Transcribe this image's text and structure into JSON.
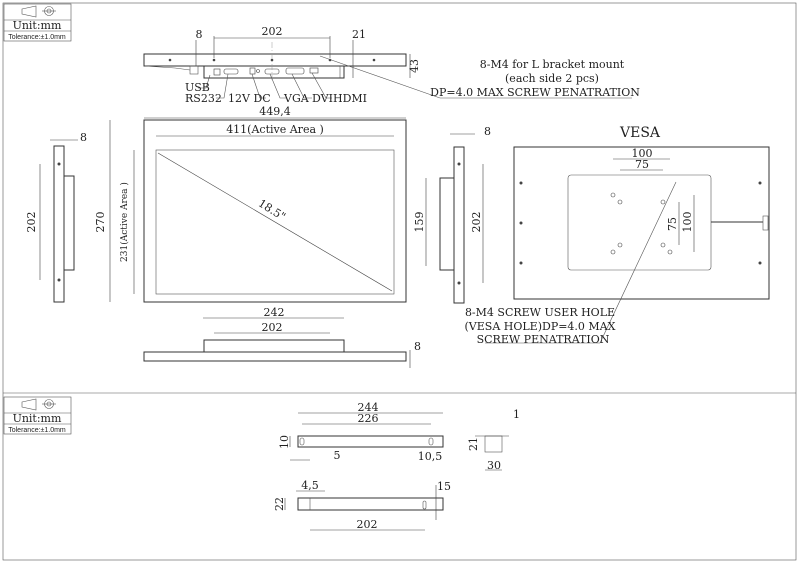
{
  "title_block": {
    "unit": "Unit:mm",
    "tolerance": "Tolerance:±1.0mm"
  },
  "top_view": {
    "dim_left": "8",
    "dim_holes": "202",
    "dim_right": "21",
    "dim_depth": "43",
    "ports": [
      "USB",
      "RS232",
      "12V DC",
      "VGA",
      "DVI",
      "HDMI"
    ],
    "note_line1": "8-M4 for L bracket mount",
    "note_line2": "(each side 2 pcs)",
    "note_line3": "DP=4.0 MAX SCREW PENATRATION"
  },
  "front_view": {
    "width": "449,4",
    "active_width": "411(Active Area )",
    "height": "270",
    "active_height": "231(Active Area )",
    "diagonal": "18.5\""
  },
  "left_view": {
    "dim_thickness": "8",
    "dim_holes": "202"
  },
  "right_view": {
    "dim_thickness": "8",
    "dim_inner": "159",
    "dim_holes": "202"
  },
  "bottom_view": {
    "dim_outer": "242",
    "dim_holes": "202",
    "dim_thickness": "8"
  },
  "vesa": {
    "title": "VESA",
    "dim_h100": "100",
    "dim_h75": "75",
    "dim_v75": "75",
    "dim_v100": "100",
    "note_line1": "8-M4 SCREW USER HOLE",
    "note_line2": "(VESA HOLE)DP=4.0 MAX",
    "note_line3": "SCREW PENATRATION"
  },
  "bracket": {
    "dim_244": "244",
    "dim_226": "226",
    "dim_10": "10",
    "dim_5": "5",
    "dim_10_5": "10,5",
    "dim_1": "1",
    "dim_21": "21",
    "dim_30": "30",
    "dim_4_5": "4,5",
    "dim_15": "15",
    "dim_22": "22",
    "dim_202": "202"
  }
}
